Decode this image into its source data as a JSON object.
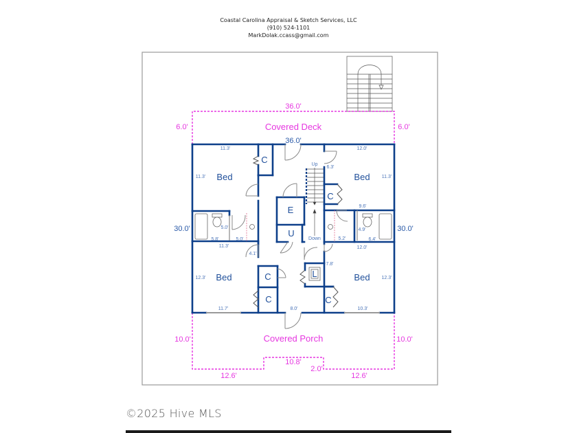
{
  "header": {
    "company": "Coastal Carolina Appraisal & Sketch Services, LLC",
    "phone": "(910) 524-1101",
    "email": "MarkDolak.ccass@gmail.com"
  },
  "colors": {
    "wall": "#0d3f8a",
    "dim_blue": "#2a5aa8",
    "deck_pink": "#e637e0",
    "frame_gray": "#9a9a9a"
  },
  "deck": {
    "label": "Covered Deck",
    "width": "36.0'",
    "depth_left": "6.0'",
    "depth_right": "6.0'"
  },
  "house": {
    "width_top": "36.0'",
    "depth_left": "30.0'",
    "depth_right": "30.0'"
  },
  "porch": {
    "label": "Covered Porch",
    "depth_left": "10.0'",
    "depth_right": "10.0'",
    "bottom_left": "12.6'",
    "bottom_right": "12.6'",
    "center_bump": "10.8'",
    "bump_depth": "2.0'"
  },
  "rooms": {
    "bed_tl": {
      "label": "Bed",
      "w": "11.3'",
      "h": "11.3'"
    },
    "bed_tr": {
      "label": "Bed",
      "w": "12.0'",
      "h": "11.3'",
      "extra": "6.3'"
    },
    "bed_bl": {
      "label": "Bed",
      "w": "11.7'",
      "h": "12.3'"
    },
    "bed_br": {
      "label": "Bed",
      "w": "10.3'",
      "h": "12.3'",
      "extra": "7.8'"
    },
    "bath_l": {
      "w": "5.8'",
      "h": "5.0'",
      "hall_w": "5.0'",
      "below": "11.3'"
    },
    "bath_r": {
      "w": "6.4'",
      "h": "4.9'",
      "hall_w": "5.2'",
      "below": "12.0'",
      "above": "9.6'"
    },
    "hall": {
      "w_bottom": "8.0'",
      "closet_dim": "4.1'"
    },
    "closet_label": "C",
    "elevator_label": "E",
    "utility_label": "U",
    "laundry_label": "L",
    "stair_up": "Up",
    "stair_down": "Down"
  },
  "footer": {
    "copyright": "©2025 Hive MLS"
  }
}
